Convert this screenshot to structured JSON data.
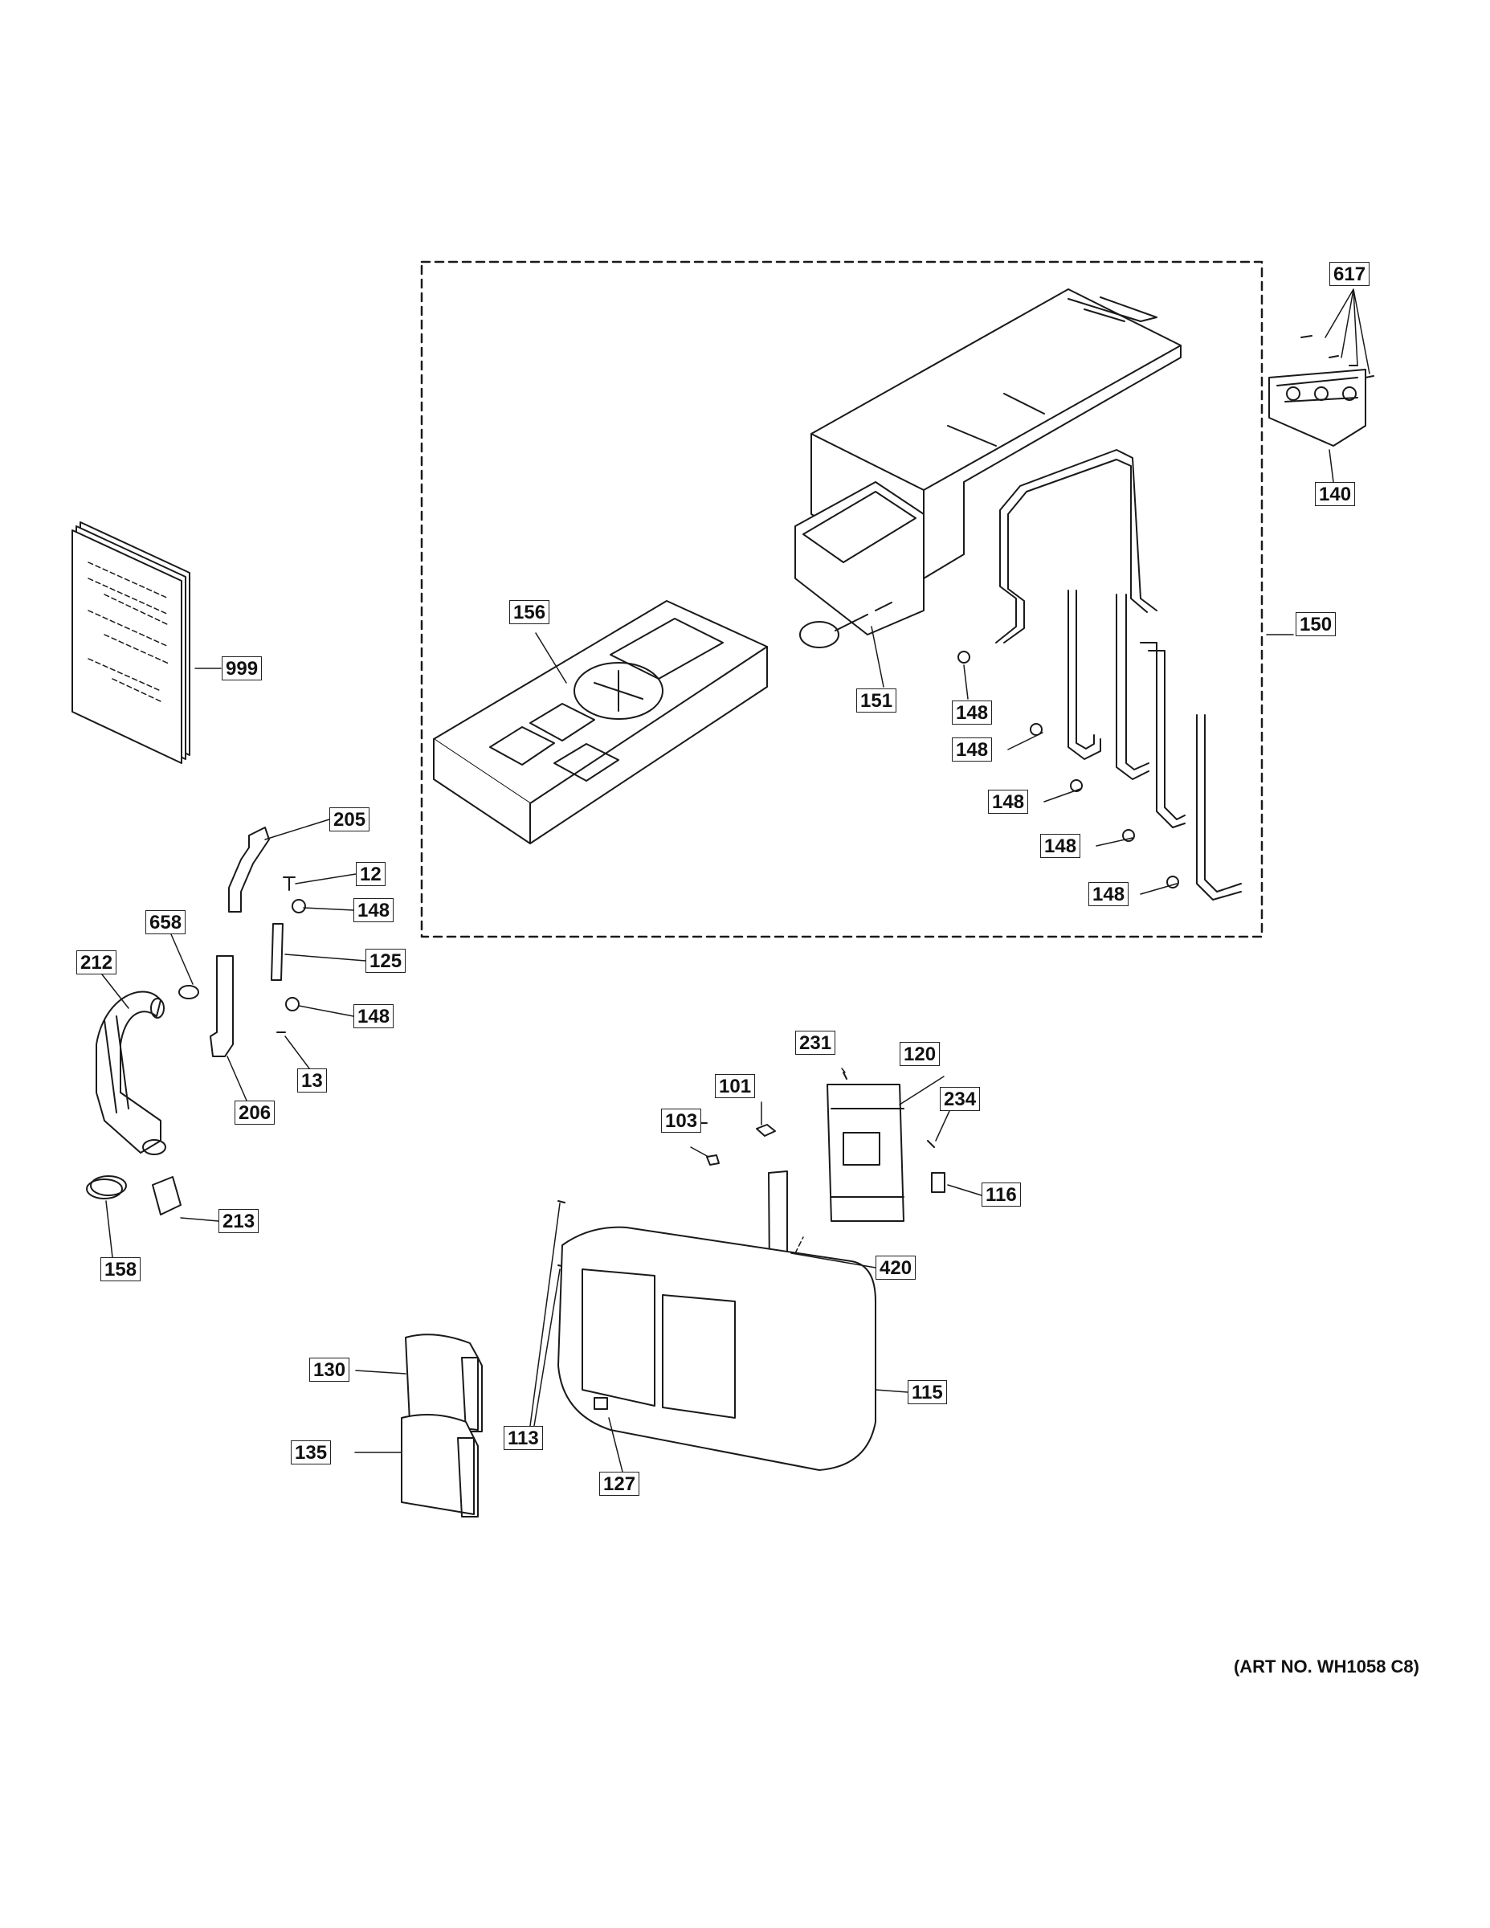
{
  "art_number": "(ART NO. WH1058 C8)",
  "callouts": {
    "c617": "617",
    "c140": "140",
    "c150": "150",
    "c156": "156",
    "c151": "151",
    "c999": "999",
    "c148_a": "148",
    "c148_b": "148",
    "c148_c": "148",
    "c148_d": "148",
    "c148_e": "148",
    "c148_f": "148",
    "c148_g": "148",
    "c205": "205",
    "c12": "12",
    "c658": "658",
    "c212": "212",
    "c125": "125",
    "c13": "13",
    "c206": "206",
    "c213": "213",
    "c158": "158",
    "c231": "231",
    "c120": "120",
    "c101": "101",
    "c103": "103",
    "c234": "234",
    "c116": "116",
    "c420": "420",
    "c130": "130",
    "c135": "135",
    "c115": "115",
    "c113": "113",
    "c127": "127"
  },
  "icons": {
    "manual": "manual-booklet-icon",
    "dispenser_housing": "dispenser-housing-icon",
    "dispenser_drawer": "dispenser-drawer-icon",
    "valve": "inlet-valve-icon",
    "hose": "hose-icon",
    "clamp": "hose-clamp-icon",
    "screw": "screw-icon",
    "control_board": "control-board-icon",
    "console": "control-panel-console-icon",
    "handle": "drawer-handle-icon"
  }
}
